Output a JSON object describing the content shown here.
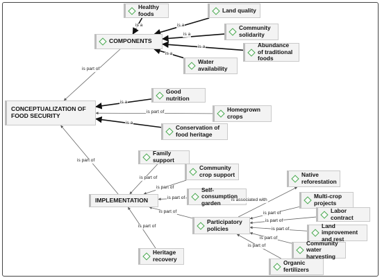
{
  "nodes": {
    "healthy_foods": "Healthy foods",
    "land_quality": "Land quality",
    "components": "COMPONENTS",
    "community_solidarity": "Community solidarity",
    "abundance_traditional_foods": "Abundance of traditional foods",
    "water_availability": "Water availability",
    "conceptualization": "CONCEPTUALIZATION OF FOOD SECURITY",
    "good_nutrition": "Good nutrition",
    "homegrown_crops": "Homegrown crops",
    "conservation_heritage": "Conservation of food heritage",
    "family_support": "Family support",
    "community_crop_support": "Community crop support",
    "implementation": "IMPLEMENTATION",
    "self_consumption_garden": "Self-consumption garden",
    "native_reforestation": "Native reforestation",
    "multi_crop_projects": "Multi-crop projects",
    "participatory_policies": "Participatory policies",
    "labor_contract": "Labor contract",
    "land_improvement": "Land improvement and rest",
    "community_water_harvesting": "Community water harvesting",
    "organic_fertilizers": "Organic fertilizers",
    "heritage_recovery": "Heritage recovery"
  },
  "relations": {
    "is_a": "is a",
    "is_part_of": "is part of",
    "is_associated_with": "is associated with"
  },
  "edges": [
    {
      "id": "e1",
      "from": "healthy_foods",
      "to": "components",
      "label": "is_a"
    },
    {
      "id": "e2",
      "from": "land_quality",
      "to": "components",
      "label": "is_a"
    },
    {
      "id": "e3",
      "from": "community_solidarity",
      "to": "components",
      "label": "is_a"
    },
    {
      "id": "e4",
      "from": "abundance_traditional_foods",
      "to": "components",
      "label": "is_a"
    },
    {
      "id": "e5",
      "from": "water_availability",
      "to": "components",
      "label": "is_a"
    },
    {
      "id": "e6",
      "from": "components",
      "to": "conceptualization",
      "label": "is_part_of"
    },
    {
      "id": "e7",
      "from": "good_nutrition",
      "to": "conceptualization",
      "label": "is_a"
    },
    {
      "id": "e8",
      "from": "homegrown_crops",
      "to": "conceptualization",
      "label": "is_part_of"
    },
    {
      "id": "e9",
      "from": "conservation_heritage",
      "to": "conceptualization",
      "label": "is_a"
    },
    {
      "id": "e10",
      "from": "implementation",
      "to": "conceptualization",
      "label": "is_part_of"
    },
    {
      "id": "e11",
      "from": "family_support",
      "to": "implementation",
      "label": "is_part_of"
    },
    {
      "id": "e12",
      "from": "community_crop_support",
      "to": "implementation",
      "label": "is_part_of"
    },
    {
      "id": "e13",
      "from": "self_consumption_garden",
      "to": "implementation",
      "label": "is_part_of"
    },
    {
      "id": "e14",
      "from": "participatory_policies",
      "to": "implementation",
      "label": "is_part_of"
    },
    {
      "id": "e15",
      "from": "heritage_recovery",
      "to": "implementation",
      "label": "is_part_of"
    },
    {
      "id": "e16",
      "from": "participatory_policies",
      "to": "native_reforestation",
      "label": "is_associated_with"
    },
    {
      "id": "e17",
      "from": "multi_crop_projects",
      "to": "participatory_policies",
      "label": "is_part_of"
    },
    {
      "id": "e18",
      "from": "labor_contract",
      "to": "participatory_policies",
      "label": "is_part_of"
    },
    {
      "id": "e19",
      "from": "land_improvement",
      "to": "participatory_policies",
      "label": "is_part_of"
    },
    {
      "id": "e20",
      "from": "community_water_harvesting",
      "to": "participatory_policies",
      "label": "is_part_of"
    },
    {
      "id": "e21",
      "from": "organic_fertilizers",
      "to": "participatory_policies",
      "label": "is_part_of"
    }
  ]
}
